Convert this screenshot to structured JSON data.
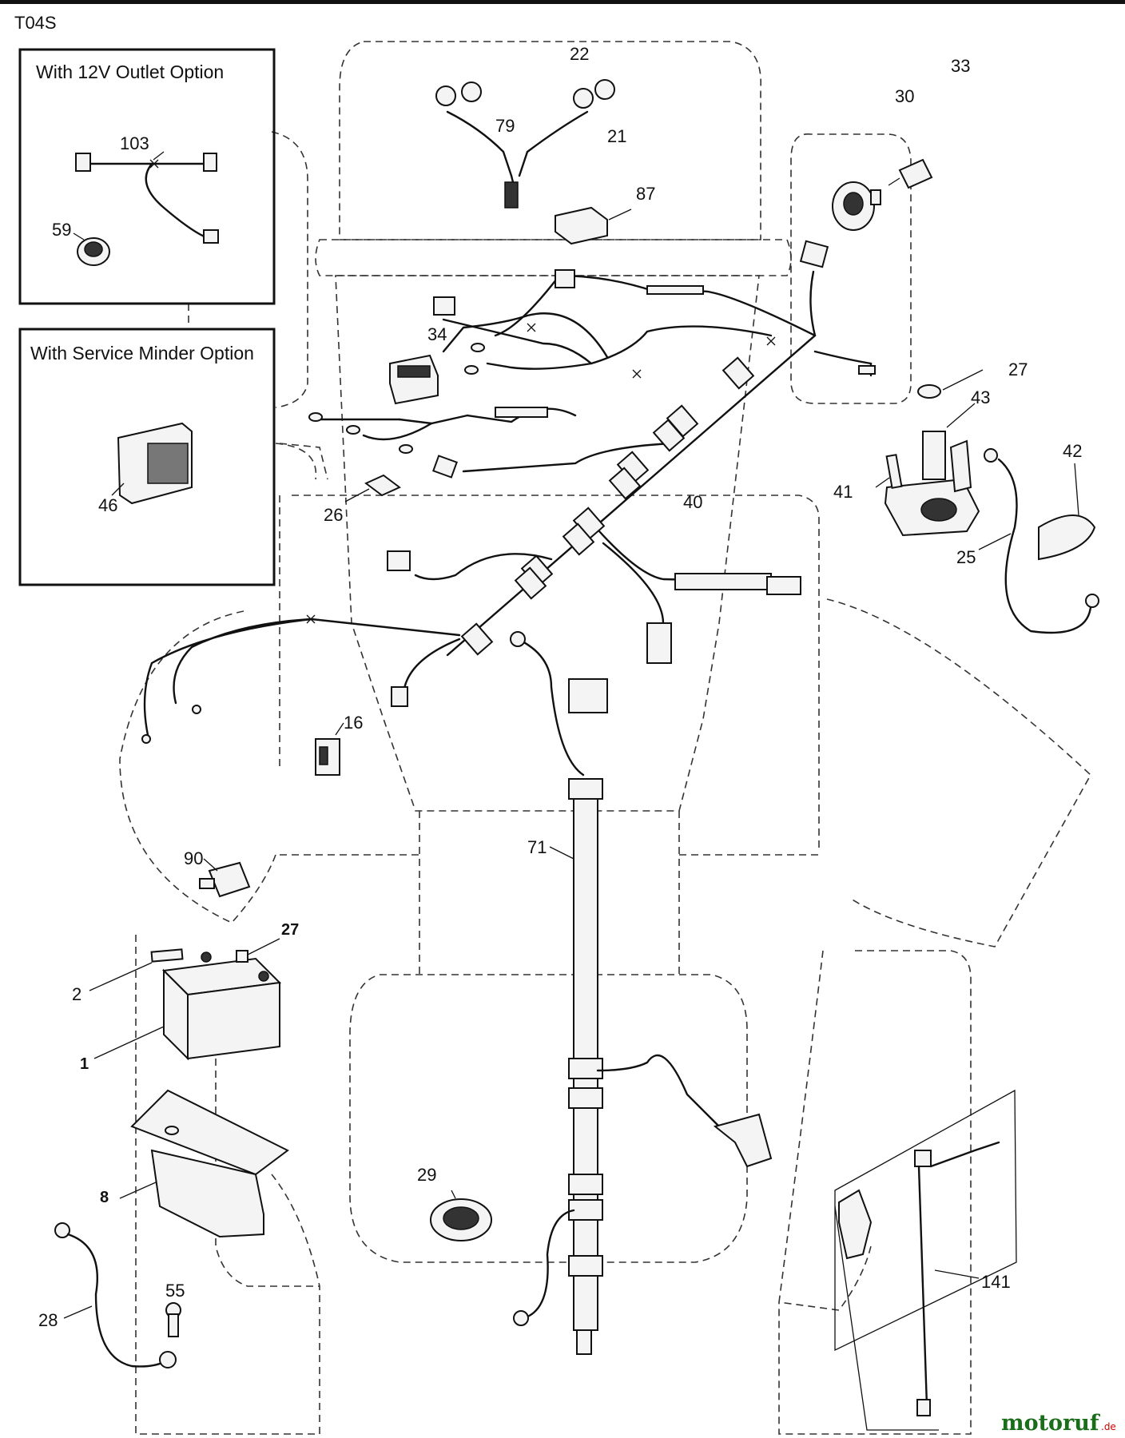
{
  "diagram_code": "T04S",
  "options": [
    {
      "id": "12v",
      "title": "With 12V Outlet Option"
    },
    {
      "id": "service",
      "title": "With Service Minder Option"
    }
  ],
  "labels": {
    "p22": "22",
    "p79": "79",
    "p21": "21",
    "p87": "87",
    "p30": "30",
    "p33": "33",
    "p34": "34",
    "p40": "40",
    "p26": "26",
    "p27a": "27",
    "p43": "43",
    "p41": "41",
    "p42": "42",
    "p25": "25",
    "p16": "16",
    "p71": "71",
    "p90": "90",
    "p27b": "27",
    "p2": "2",
    "p1": "1",
    "p8": "8",
    "p29": "29",
    "p28": "28",
    "p55": "55",
    "p141": "141",
    "p103": "103",
    "p59": "59",
    "p46": "46"
  },
  "watermark": {
    "brand": "motoruf",
    "suffix": ".de"
  }
}
